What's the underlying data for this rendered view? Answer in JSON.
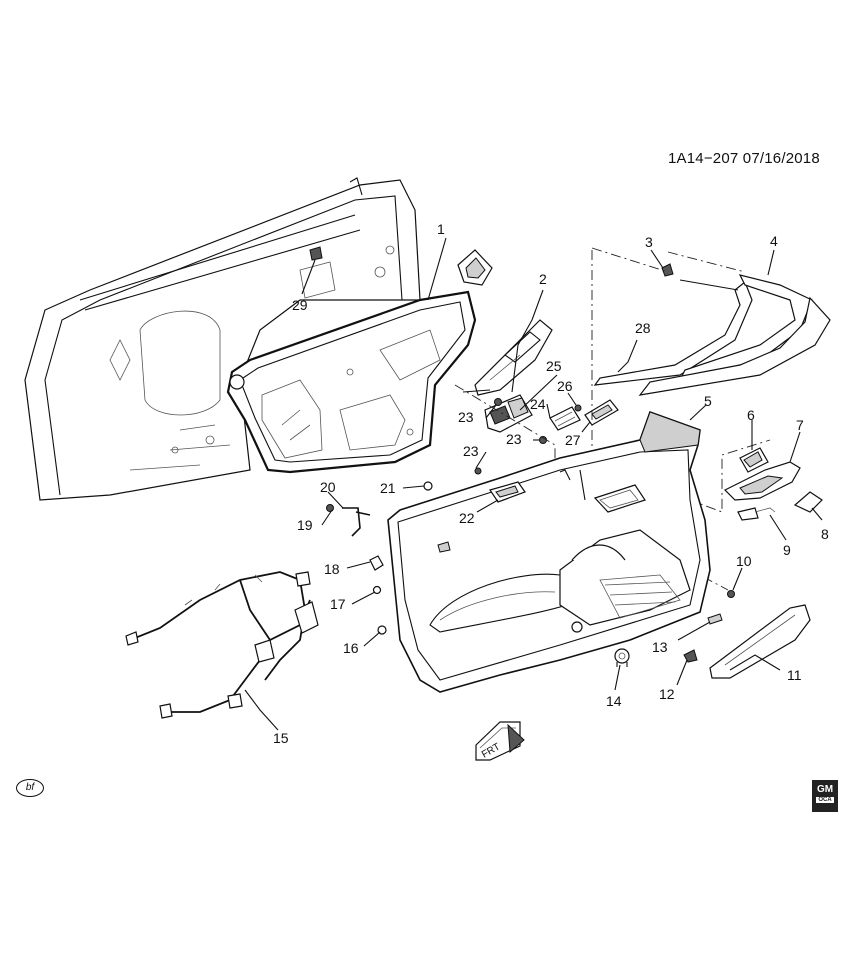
{
  "header": {
    "reference": "1A14−207  07/16/2018"
  },
  "callouts": [
    "1",
    "2",
    "3",
    "4",
    "5",
    "6",
    "7",
    "8",
    "9",
    "10",
    "11",
    "12",
    "13",
    "14",
    "15",
    "16",
    "17",
    "18",
    "19",
    "20",
    "21",
    "22",
    "23",
    "24",
    "25",
    "26",
    "23",
    "27",
    "28",
    "23",
    "29"
  ],
  "direction_marker": {
    "label": "FRT"
  },
  "footer": {
    "bf_badge": "bf",
    "logo_text": "GM",
    "logo_sub": "OCA"
  }
}
